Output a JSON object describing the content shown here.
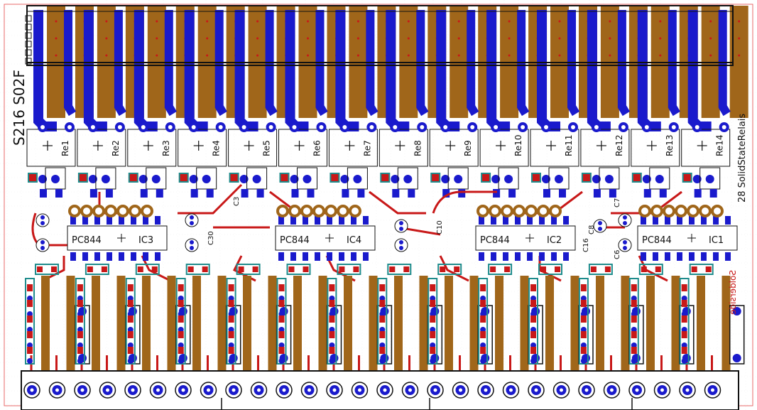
{
  "board": {
    "top_label": "S216 S02F",
    "side_label": "28 SolidStateRelais",
    "bottom_mirror_label": "Solderside"
  },
  "relays": [
    "Re1",
    "Re2",
    "Re3",
    "Re4",
    "Re5",
    "Re6",
    "Re7",
    "Re8",
    "Re9",
    "Re10",
    "Re11",
    "Re12",
    "Re13",
    "Re14"
  ],
  "ics": [
    {
      "label": "IC3",
      "part": "PC844"
    },
    {
      "label": "IC4",
      "part": "PC844"
    },
    {
      "label": "IC2",
      "part": "PC844"
    },
    {
      "label": "IC1",
      "part": "PC844"
    }
  ],
  "caps_mid": [
    "C30",
    "C3",
    "C10",
    "C8",
    "C6",
    "C7",
    "C16"
  ],
  "colors": {
    "copper_top": "#a0661a",
    "copper_bottom": "#1a1acc",
    "trace": "#c81818",
    "pad": "#1f8c8c",
    "silk": "#111111",
    "outline": "#e86a6a"
  }
}
